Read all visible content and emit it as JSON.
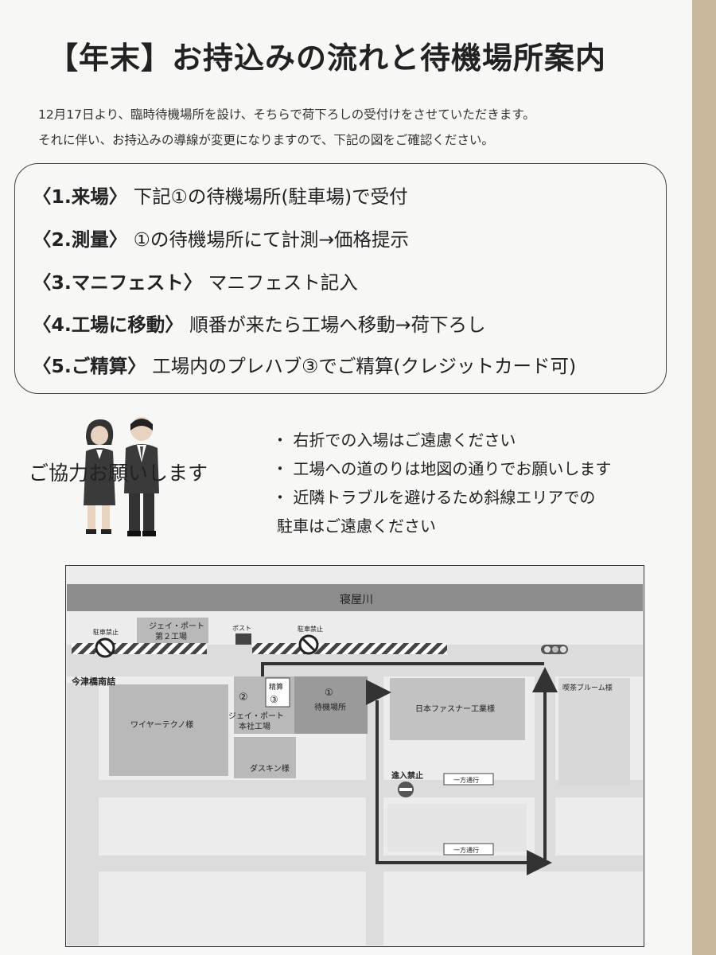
{
  "title": "【年末】お持込みの流れと待機場所案内",
  "intro": [
    "12月17日より、臨時待機場所を設け、そちらで荷下ろしの受付けをさせていただきます。",
    "それに伴い、お持込みの導線が変更になりますので、下記の図をご確認ください。"
  ],
  "steps": [
    {
      "label": "〈1.来場〉",
      "text": " 下記①の待機場所(駐車場)で受付"
    },
    {
      "label": "〈2.測量〉",
      "text": " ①の待機場所にて計測→価格提示"
    },
    {
      "label": "〈3.マニフェスト〉",
      "text": " マニフェスト記入"
    },
    {
      "label": "〈4.工場に移動〉",
      "text": " 順番が来たら工場へ移動→荷下ろし"
    },
    {
      "label": "〈5.ご精算〉",
      "text": " 工場内のプレハブ③でご精算(クレジットカード可)"
    }
  ],
  "cooperation": "ご協力お願いします",
  "notes": [
    "・ 右折での入場はご遠慮ください",
    "・ 工場への道のりは地図の通りでお願いします",
    "・ 近隣トラブルを避けるため斜線エリアでの",
    "駐車はご遠慮ください"
  ],
  "map": {
    "river": "寝屋川",
    "no_parking_1": "駐車禁止",
    "no_parking_2": "駐車禁止",
    "post": "ポスト",
    "jport2_line1": "ジェイ・ポート",
    "jport2_line2": "第２工場",
    "intersection": "今津橋南詰",
    "wire_techno": "ワイヤーテクノ様",
    "marker2": "②",
    "jport_hq_line1": "ジェイ・ポート",
    "jport_hq_line2": "本社工場",
    "seisan": "精算",
    "marker3": "③",
    "marker1": "①",
    "waiting": "待機場所",
    "nihon_fastener": "日本ファスナー工業様",
    "cafe": "喫茶ブルーム様",
    "duskin": "ダスキン様",
    "no_entry": "進入禁止",
    "one_way_1": "一方通行",
    "one_way_2": "一方通行"
  }
}
